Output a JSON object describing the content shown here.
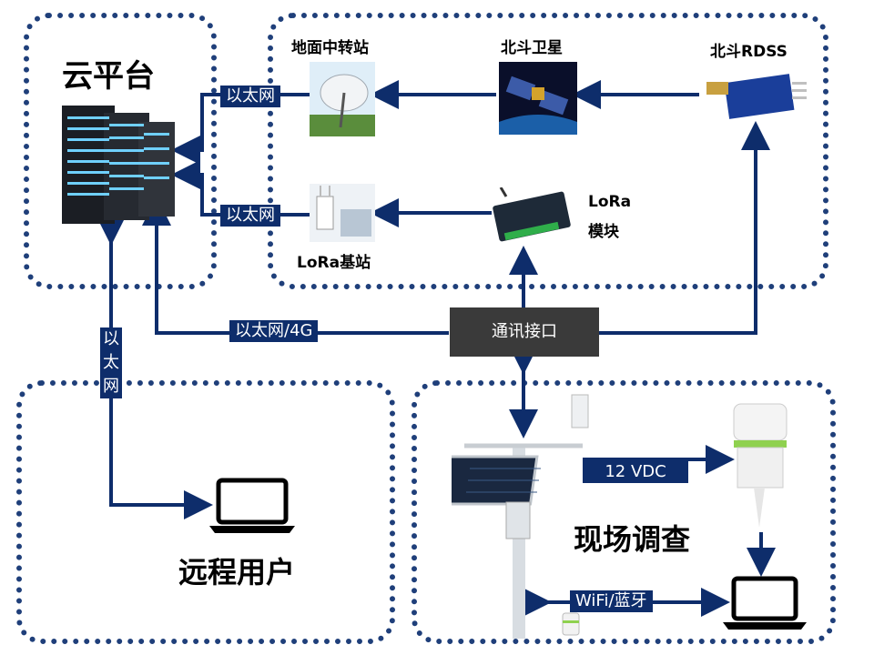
{
  "cloud": {
    "title": "云平台"
  },
  "stations": {
    "ground": "地面中转站",
    "satellite": "北斗卫星",
    "rdss": "北斗RDSS",
    "lora_base": "LoRa基站",
    "lora_module_line1": "LoRa",
    "lora_module_line2": "模块"
  },
  "links": {
    "ethernet_top": "以太网",
    "ethernet_mid": "以太网",
    "ethernet_4g": "以太网/4G",
    "ethernet_v1": "以",
    "ethernet_v2": "太",
    "ethernet_v3": "网",
    "vdc": "12 VDC",
    "wifi": "WiFi/蓝牙"
  },
  "hub": {
    "label": "通讯接口"
  },
  "remote": {
    "title": "远程用户"
  },
  "field": {
    "title": "现场调查"
  },
  "colors": {
    "accent": "#0e2d6b",
    "border": "#1f3f7a",
    "hub": "#3a3a3a"
  }
}
